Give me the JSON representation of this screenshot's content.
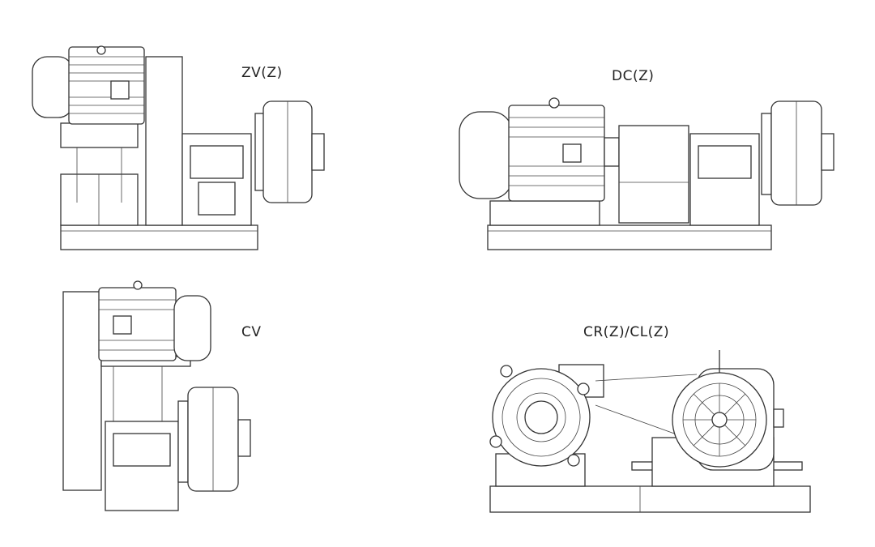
{
  "labels": {
    "zv": "ZV(Z)",
    "dc": "DC(Z)",
    "cv": "CV",
    "cr": "CR(Z)/CL(Z)"
  },
  "colors": {
    "line": "#333333",
    "background": "#ffffff"
  }
}
